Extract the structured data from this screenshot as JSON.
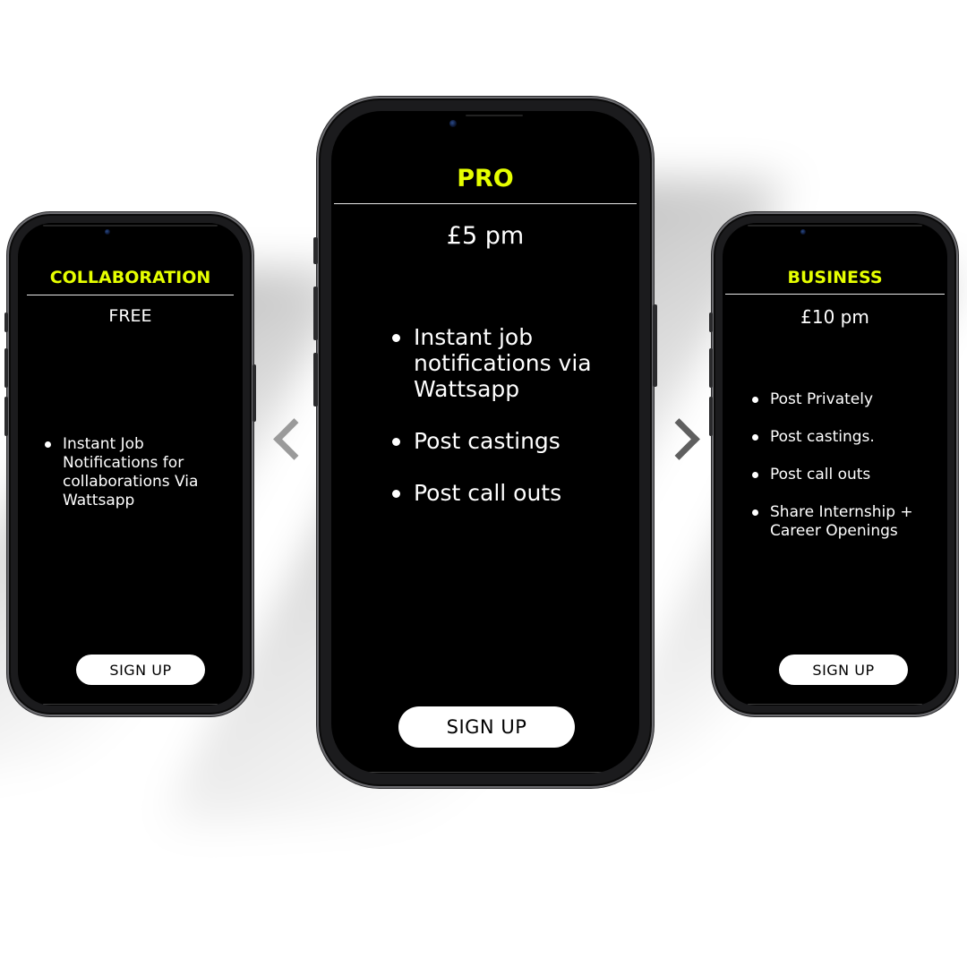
{
  "colors": {
    "background": "#ffffff",
    "screen": "#000000",
    "accent": "#e6ff00",
    "text": "#ffffff",
    "button": "#ffffff",
    "button_text": "#000000",
    "chevron": "#6e6e6e"
  },
  "navigation": {
    "prev_icon": "chevron-left-icon",
    "next_icon": "chevron-right-icon"
  },
  "plans": [
    {
      "title": "COLLABORATION",
      "price": "FREE",
      "features": [
        "Instant Job Notifications for collaborations Via Wattsapp"
      ],
      "cta": "SIGN UP"
    },
    {
      "title": "PRO",
      "price": "£5 pm",
      "features": [
        "Instant job notifications via Wattsapp",
        "Post castings",
        "Post call outs"
      ],
      "cta": "SIGN UP"
    },
    {
      "title": "BUSINESS",
      "price": "£10 pm",
      "features": [
        "Post Privately",
        "Post castings.",
        "Post call outs",
        "Share Internship + Career Openings"
      ],
      "cta": "SIGN UP"
    }
  ]
}
